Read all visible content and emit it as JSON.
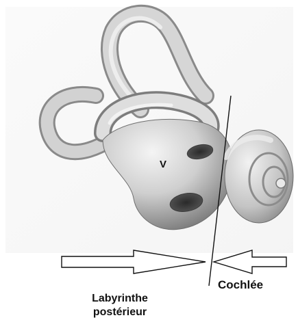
{
  "diagram": {
    "labels": {
      "vestibule": "V",
      "cochlea": "Cochlée",
      "posterior_labyrinth_line1": "Labyrinthe",
      "posterior_labyrinth_line2": "postérieur"
    },
    "colors": {
      "background": "#ffffff",
      "bone_light": "#e6e6e6",
      "bone_mid": "#b5b5b5",
      "bone_dark": "#6e6e6e",
      "outline": "#111111"
    }
  }
}
